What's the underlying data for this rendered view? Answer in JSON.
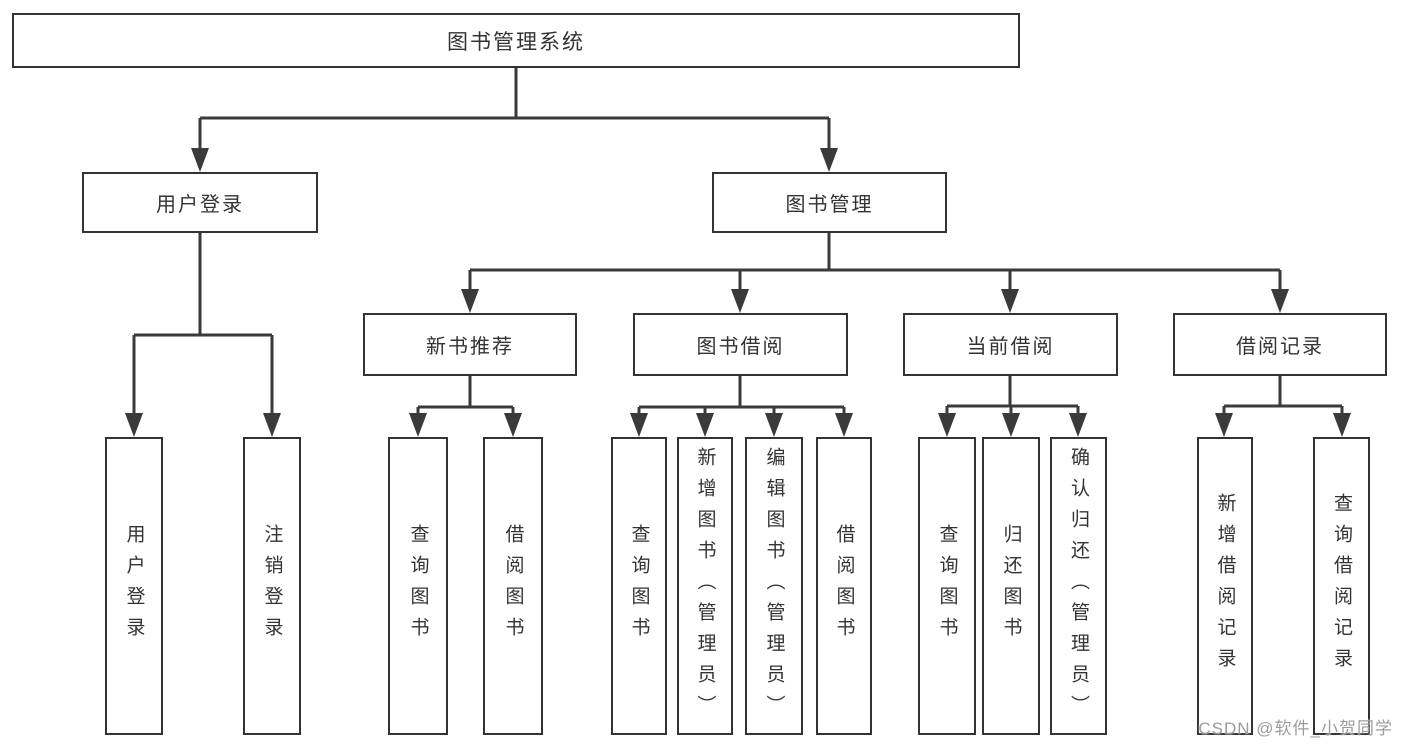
{
  "diagram_title": "图书管理系统",
  "tree": {
    "root": {
      "label": "图书管理系统",
      "children": [
        {
          "label": "用户登录",
          "children": [
            {
              "label": "用户登录"
            },
            {
              "label": "注销登录"
            }
          ]
        },
        {
          "label": "图书管理",
          "children": [
            {
              "label": "新书推荐",
              "children": [
                {
                  "label": "查询图书"
                },
                {
                  "label": "借阅图书"
                }
              ]
            },
            {
              "label": "图书借阅",
              "children": [
                {
                  "label": "查询图书"
                },
                {
                  "label": "新增图书（管理员）"
                },
                {
                  "label": "编辑图书（管理员）"
                },
                {
                  "label": "借阅图书"
                }
              ]
            },
            {
              "label": "当前借阅",
              "children": [
                {
                  "label": "查询图书"
                },
                {
                  "label": "归还图书"
                },
                {
                  "label": "确认归还（管理员）"
                }
              ]
            },
            {
              "label": "借阅记录",
              "children": [
                {
                  "label": "新增借阅记录"
                },
                {
                  "label": "查询借阅记录"
                }
              ]
            }
          ]
        }
      ]
    }
  },
  "watermark": {
    "text": "CSDN @软件_小贺同学"
  },
  "colors": {
    "line": "#3a3a3a",
    "border": "#333333",
    "text": "#333333",
    "watermark": "#9c9c9c",
    "background": "#ffffff"
  }
}
